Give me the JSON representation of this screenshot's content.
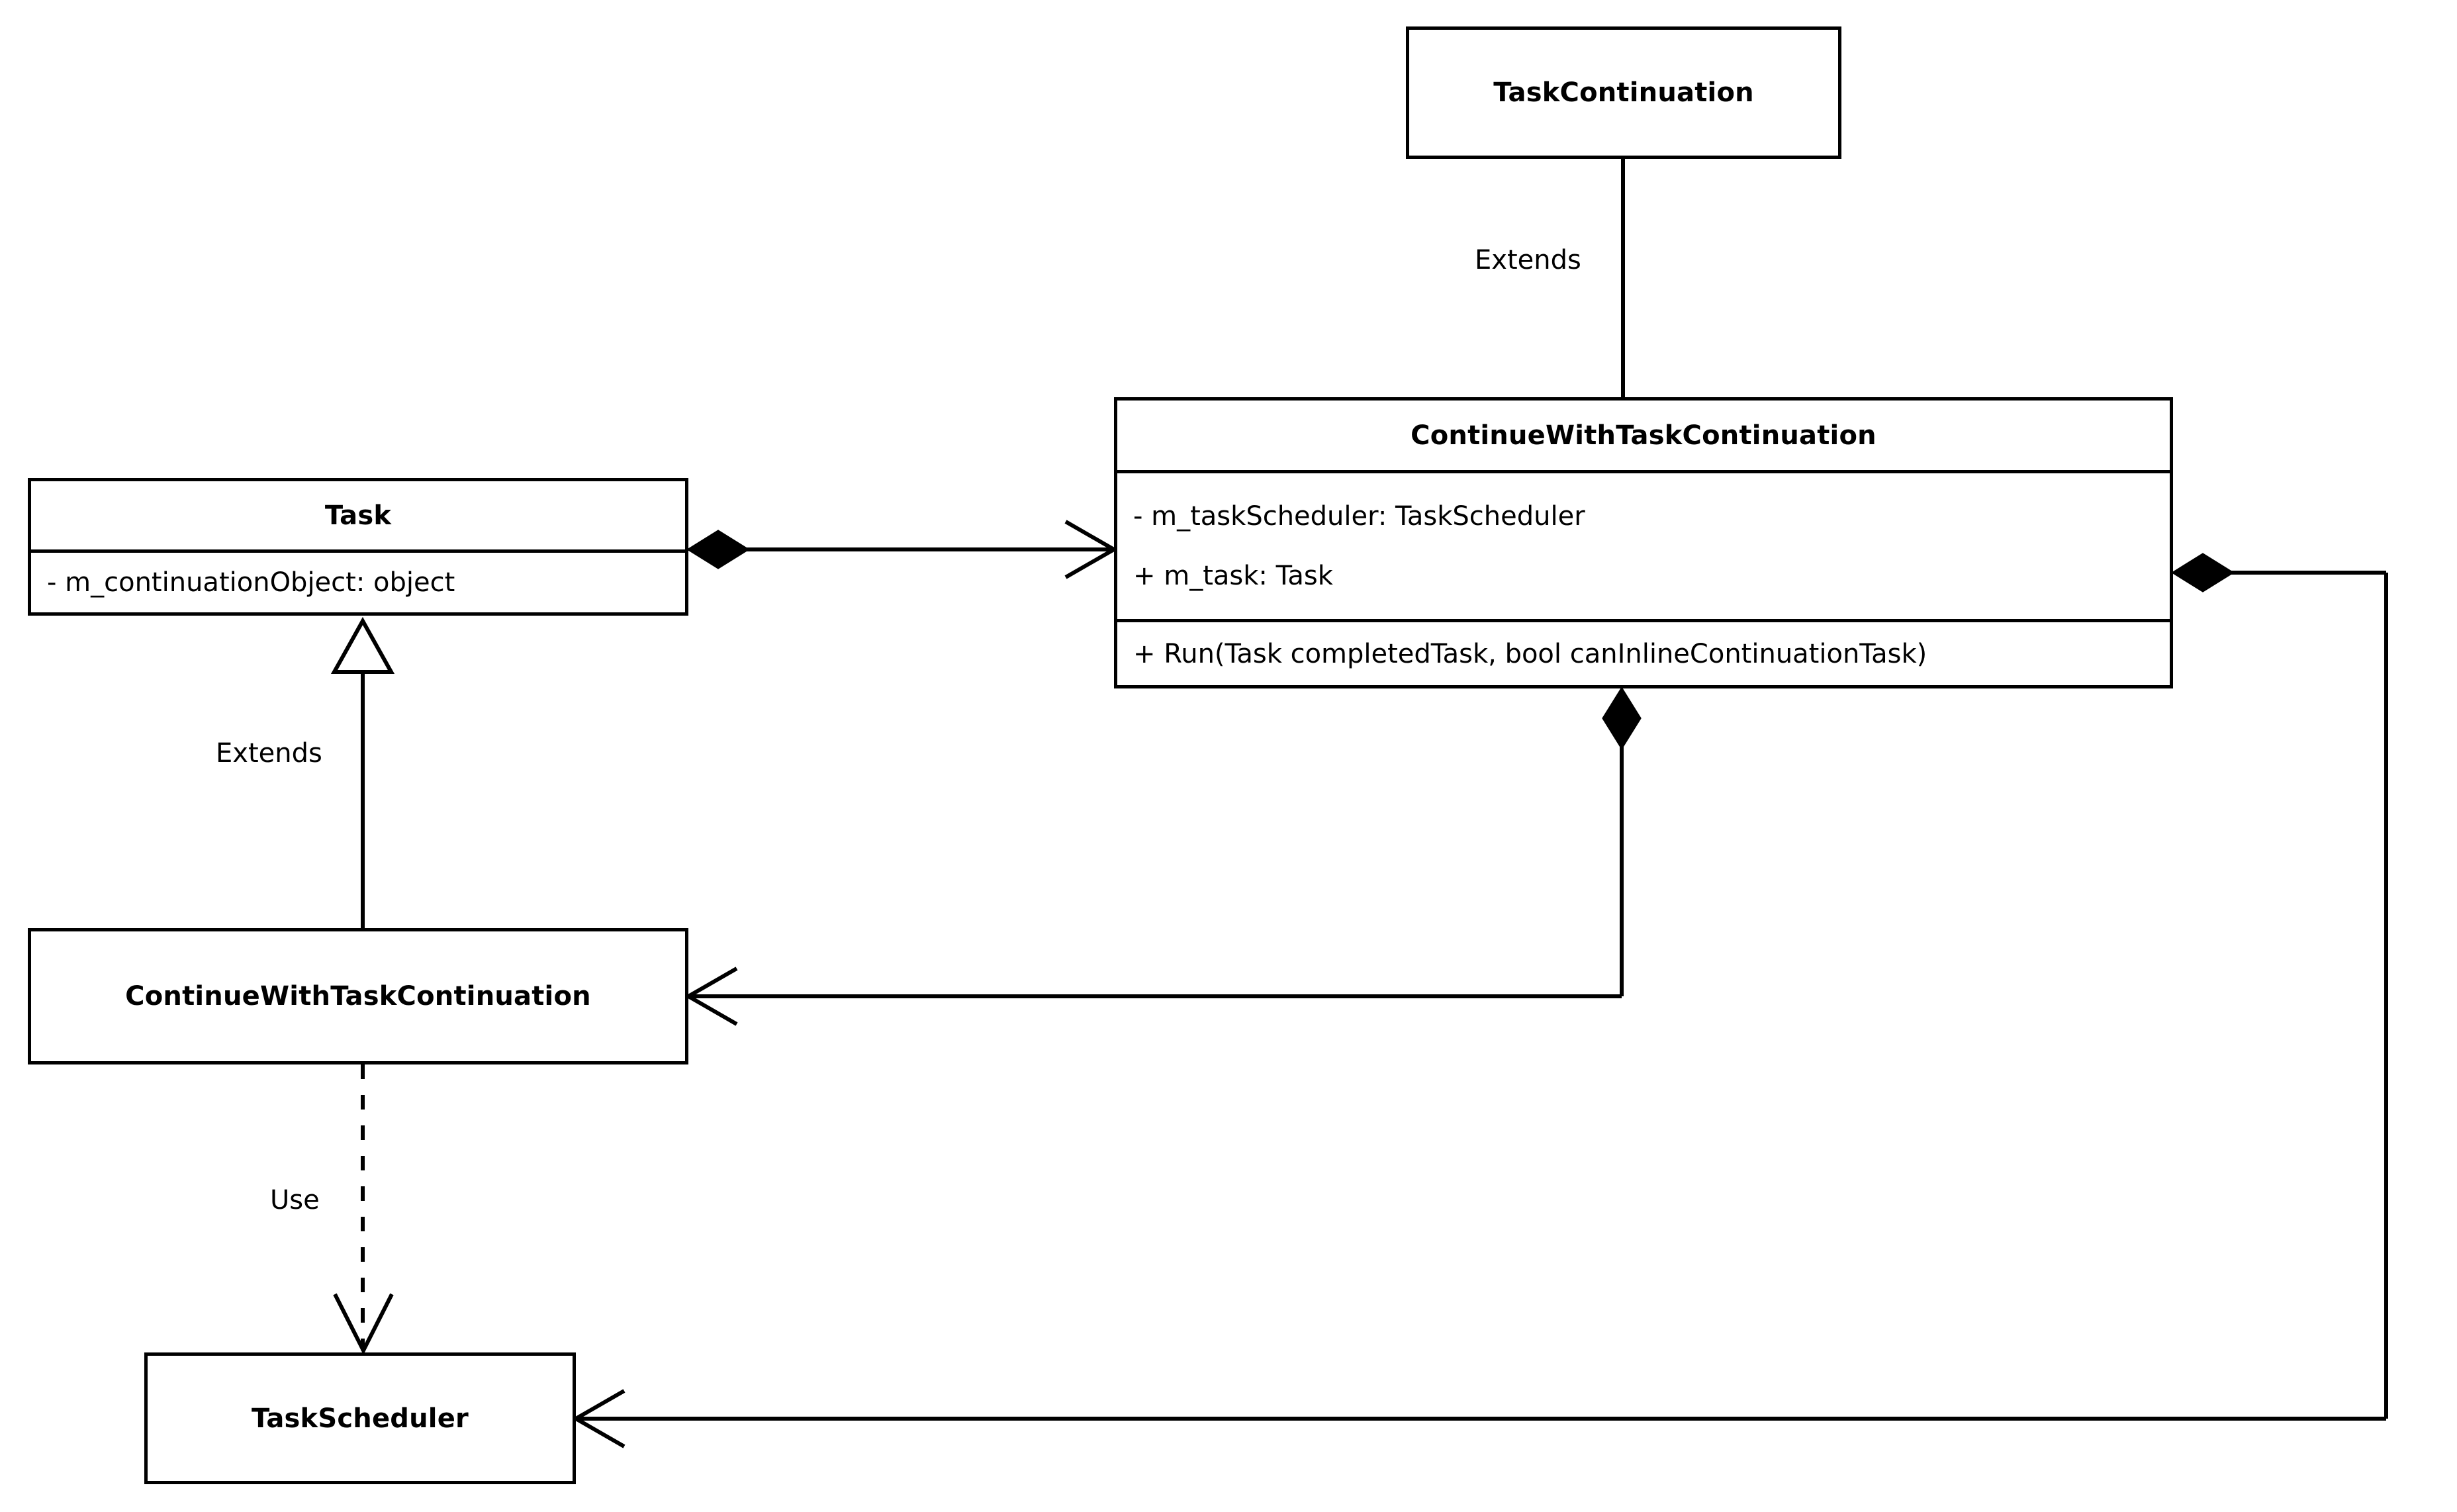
{
  "diagram": {
    "type": "uml-class-diagram",
    "background_color": "#ffffff",
    "stroke_color": "#000000",
    "classes": [
      {
        "id": "task-continuation",
        "name": "TaskContinuation",
        "attributes": [],
        "methods": []
      },
      {
        "id": "continue-with-task-continuation-detail",
        "name": "ContinueWithTaskContinuation",
        "attributes": [
          "- m_taskScheduler: TaskScheduler",
          "+ m_task: Task"
        ],
        "methods": [
          "+ Run(Task completedTask, bool canInlineContinuationTask)"
        ]
      },
      {
        "id": "task",
        "name": "Task",
        "attributes": [
          "- m_continuationObject: object"
        ],
        "methods": []
      },
      {
        "id": "continue-with-task-continuation-simple",
        "name": "ContinueWithTaskContinuation",
        "attributes": [],
        "methods": []
      },
      {
        "id": "task-scheduler",
        "name": "TaskScheduler",
        "attributes": [],
        "methods": []
      }
    ],
    "relationships": [
      {
        "id": "extends-task-continuation",
        "label": "Extends",
        "kind": "generalization",
        "from": "continue-with-task-continuation-detail",
        "to": "task-continuation",
        "line": "solid",
        "arrowhead": "hollow-triangle"
      },
      {
        "id": "extends-task",
        "label": "Extends",
        "kind": "generalization",
        "from": "continue-with-task-continuation-simple",
        "to": "task",
        "line": "solid",
        "arrowhead": "hollow-triangle"
      },
      {
        "id": "use-task-scheduler",
        "label": "Use",
        "kind": "dependency",
        "from": "continue-with-task-continuation-simple",
        "to": "task-scheduler",
        "line": "dashed",
        "arrowhead": "open-v"
      },
      {
        "id": "task-composes-continuation",
        "label": "",
        "kind": "composition",
        "from": "task",
        "to": "continue-with-task-continuation-detail",
        "line": "solid",
        "arrowhead": "open-arrow",
        "source_decoration": "filled-diamond"
      },
      {
        "id": "detail-composes-simple",
        "label": "",
        "kind": "composition",
        "from": "continue-with-task-continuation-detail",
        "to": "continue-with-task-continuation-simple",
        "line": "solid",
        "arrowhead": "open-arrow",
        "source_decoration": "filled-diamond"
      },
      {
        "id": "detail-composes-task-scheduler",
        "label": "",
        "kind": "composition",
        "from": "continue-with-task-continuation-detail",
        "to": "task-scheduler",
        "line": "solid",
        "arrowhead": "open-arrow",
        "source_decoration": "filled-diamond"
      }
    ]
  }
}
